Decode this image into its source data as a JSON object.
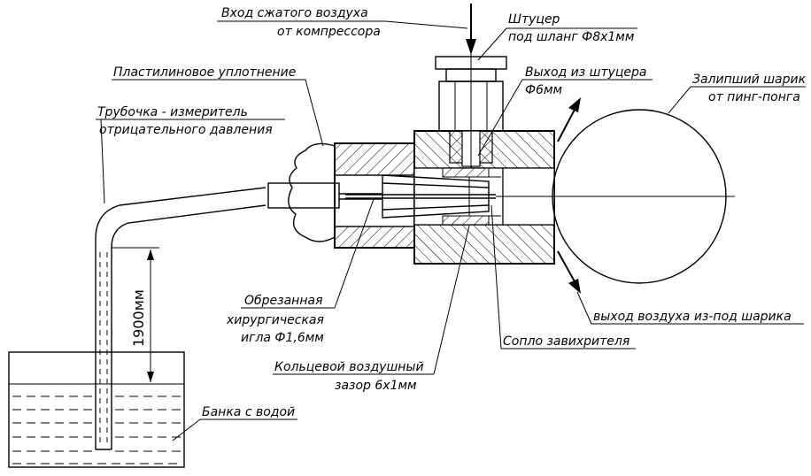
{
  "labels": {
    "compressor_line1": "Вход  сжатого воздуха",
    "compressor_line2": "от компрессора",
    "fitting_line1": "Штуцер",
    "fitting_line2": "под шланг Ф8х1мм",
    "plasticine": "Пластилиновое уплотнение",
    "fitting_out_line1": "Выход из штуцера",
    "fitting_out_line2": "Ф6мм",
    "ball_line1": "Залипший шарик",
    "ball_line2": "от пинг-понга",
    "tube_line1": "Трубочка - измеритель",
    "tube_line2": "отрицательного давления",
    "needle_line1": "Обрезанная",
    "needle_line2": "хирургическая",
    "needle_line3": "игла Ф1,6мм",
    "air_out": "выход воздуха из-под шарика",
    "nozzle": "Сопло завихрителя",
    "gap_line1": "Кольцевой воздушный",
    "gap_line2": "зазор 6х1мм",
    "jar": "Банка с водой",
    "dimension": "1900мм"
  },
  "colors": {
    "line": "#000000",
    "background": "#ffffff"
  }
}
